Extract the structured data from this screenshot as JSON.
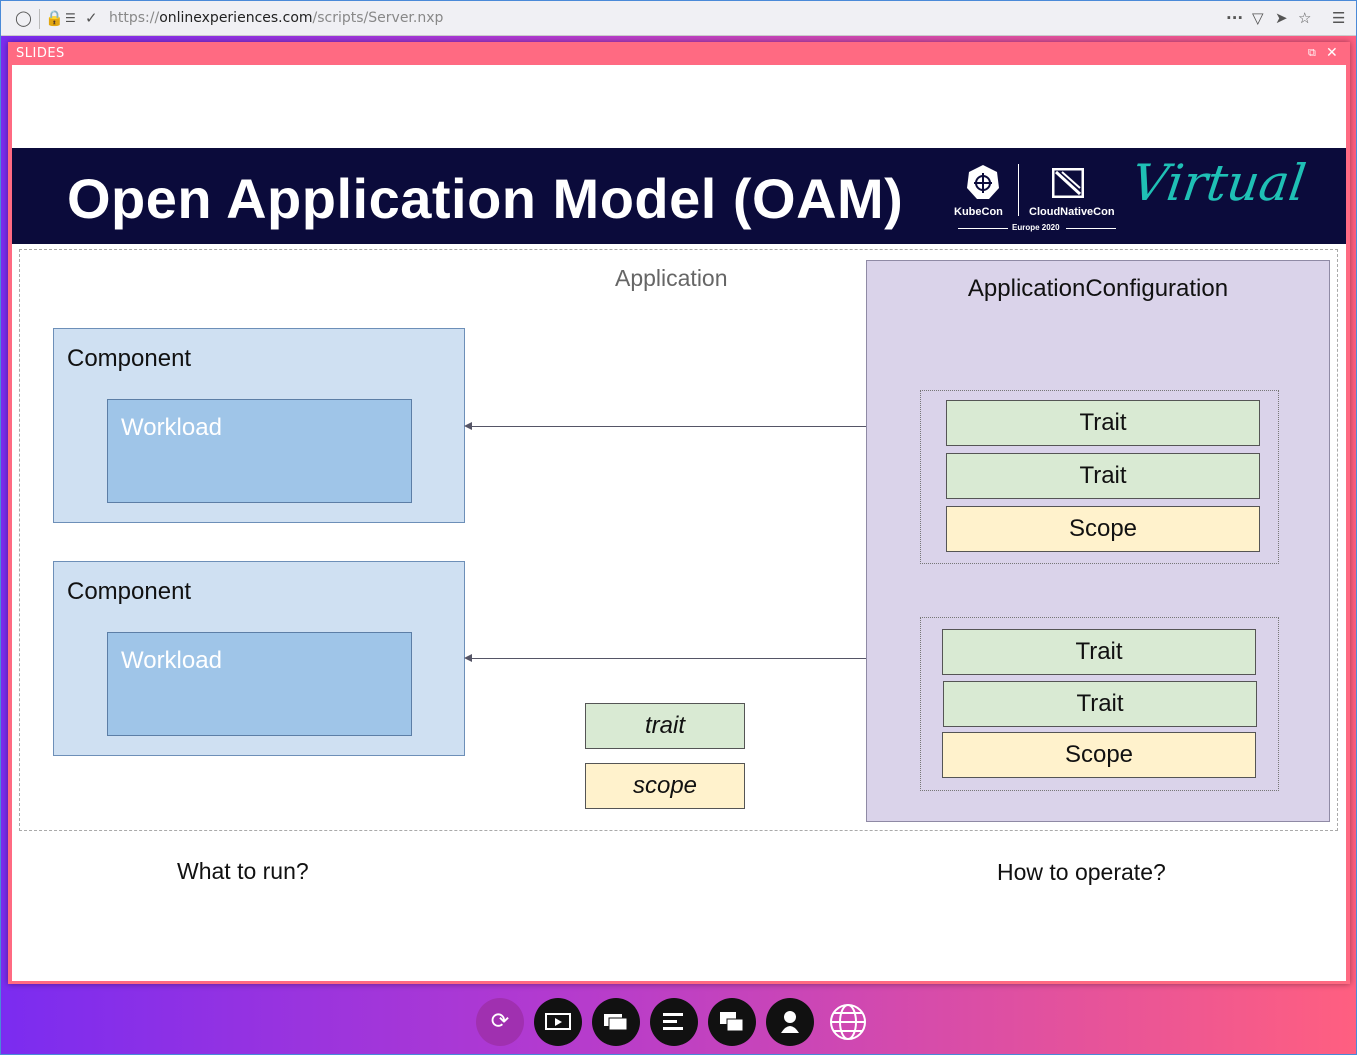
{
  "browser": {
    "url_prefix": "https://",
    "url_domain": "onlinexperiences.com",
    "url_path": "/scripts/Server.nxp"
  },
  "window": {
    "title": "SLIDES"
  },
  "slide": {
    "title": "Open Application Model (OAM)",
    "logos": {
      "kubecon": "KubeCon",
      "cloudnativecon": "CloudNativeCon",
      "event": "Europe 2020",
      "virtual": "Virtual"
    },
    "application_label": "Application",
    "components": [
      {
        "label": "Component",
        "workload": "Workload"
      },
      {
        "label": "Component",
        "workload": "Workload"
      }
    ],
    "app_config": {
      "label": "ApplicationConfiguration",
      "groups": [
        {
          "items": [
            {
              "label": "Trait",
              "kind": "trait"
            },
            {
              "label": "Trait",
              "kind": "trait"
            },
            {
              "label": "Scope",
              "kind": "scope"
            }
          ]
        },
        {
          "items": [
            {
              "label": "Trait",
              "kind": "trait"
            },
            {
              "label": "Trait",
              "kind": "trait"
            },
            {
              "label": "Scope",
              "kind": "scope"
            }
          ]
        }
      ]
    },
    "legend": {
      "trait": "trait",
      "scope": "scope"
    },
    "question_left": "What to run?",
    "question_right": "How to operate?"
  },
  "controls": [
    "refresh-icon",
    "screen-icon",
    "chat-icon",
    "agenda-icon",
    "qa-icon",
    "profile-icon",
    "globe-icon"
  ],
  "colors": {
    "banner": "#0b0b3b",
    "trait": "#d9ead3",
    "scope": "#fff2cc",
    "component": "#cfe0f2",
    "workload": "#9fc5e8",
    "app_config": "#dad3ea",
    "virtual": "#1fc0b5"
  }
}
